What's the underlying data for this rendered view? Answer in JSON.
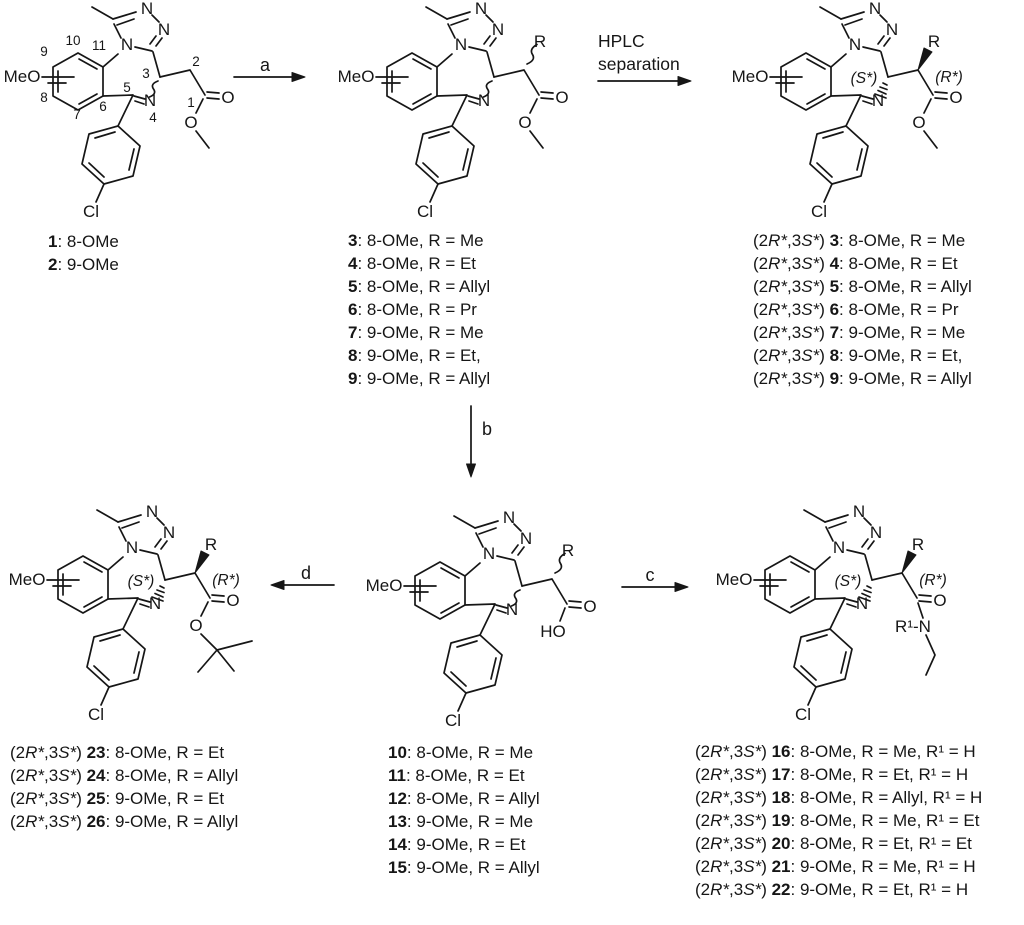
{
  "colors": {
    "ink": "#161616",
    "background": "#ffffff"
  },
  "atoms": {
    "N": "N",
    "O": "O",
    "MeO": "MeO",
    "Cl": "Cl",
    "HO": "HO",
    "R": "R",
    "R1N": "R¹-N",
    "S_star": "(S*)",
    "R_star": "(R*)"
  },
  "ring_positions": {
    "n1": "1",
    "n2": "2",
    "n3": "3",
    "n4": "4",
    "n5": "5",
    "n6": "6",
    "n7": "7",
    "n8": "8",
    "n9": "9",
    "n10": "10",
    "n11": "11"
  },
  "stereo": {
    "pre": "(2",
    "r": "R*",
    "mid": ",3",
    "s": "S*",
    "post": ") "
  },
  "arrows": {
    "a": "a",
    "b": "b",
    "c": "c",
    "d": "d",
    "hplc_line1": "HPLC",
    "hplc_line2": "separation"
  },
  "compound_labels": {
    "start_materials": [
      {
        "num": "1",
        "rest": ": 8-OMe"
      },
      {
        "num": "2",
        "rest": ": 9-OMe"
      }
    ],
    "alkylated_esters": [
      {
        "num": "3",
        "rest": ": 8-OMe, R = Me"
      },
      {
        "num": "4",
        "rest": ": 8-OMe, R = Et"
      },
      {
        "num": "5",
        "rest": ": 8-OMe, R = Allyl"
      },
      {
        "num": "6",
        "rest": ": 8-OMe, R = Pr"
      },
      {
        "num": "7",
        "rest": ": 9-OMe, R = Me"
      },
      {
        "num": "8",
        "rest": ": 9-OMe, R = Et,"
      },
      {
        "num": "9",
        "rest": ": 9-OMe, R = Allyl"
      }
    ],
    "resolved_esters": [
      {
        "num": "3",
        "rest": ": 8-OMe, R = Me"
      },
      {
        "num": "4",
        "rest": ": 8-OMe, R = Et"
      },
      {
        "num": "5",
        "rest": ": 8-OMe, R = Allyl"
      },
      {
        "num": "6",
        "rest": ": 8-OMe, R = Pr"
      },
      {
        "num": "7",
        "rest": ": 9-OMe, R = Me"
      },
      {
        "num": "8",
        "rest": ": 9-OMe, R = Et,"
      },
      {
        "num": "9",
        "rest": ": 9-OMe, R = Allyl"
      }
    ],
    "acids": [
      {
        "num": "10",
        "rest": ": 8-OMe, R = Me"
      },
      {
        "num": "11",
        "rest": ": 8-OMe, R = Et"
      },
      {
        "num": "12",
        "rest": ": 8-OMe, R = Allyl"
      },
      {
        "num": "13",
        "rest": ": 9-OMe, R = Me"
      },
      {
        "num": "14",
        "rest": ": 9-OMe, R = Et"
      },
      {
        "num": "15",
        "rest": ": 9-OMe, R = Allyl"
      }
    ],
    "amides": [
      {
        "num": "16",
        "rest": ": 8-OMe, R = Me, R¹ = H"
      },
      {
        "num": "17",
        "rest": ": 8-OMe, R = Et, R¹ = H"
      },
      {
        "num": "18",
        "rest": ": 8-OMe, R = Allyl, R¹ = H"
      },
      {
        "num": "19",
        "rest": ": 8-OMe, R = Me, R¹ = Et"
      },
      {
        "num": "20",
        "rest": ": 8-OMe, R = Et, R¹ = Et"
      },
      {
        "num": "21",
        "rest": ": 9-OMe, R = Me, R¹ = H"
      },
      {
        "num": "22",
        "rest": ": 9-OMe, R = Et, R¹ = H"
      }
    ],
    "tbu_esters": [
      {
        "num": "23",
        "rest": ": 8-OMe, R = Et"
      },
      {
        "num": "24",
        "rest": ": 8-OMe, R = Allyl"
      },
      {
        "num": "25",
        "rest": ": 9-OMe, R = Et"
      },
      {
        "num": "26",
        "rest": ": 9-OMe, R = Allyl"
      }
    ]
  }
}
